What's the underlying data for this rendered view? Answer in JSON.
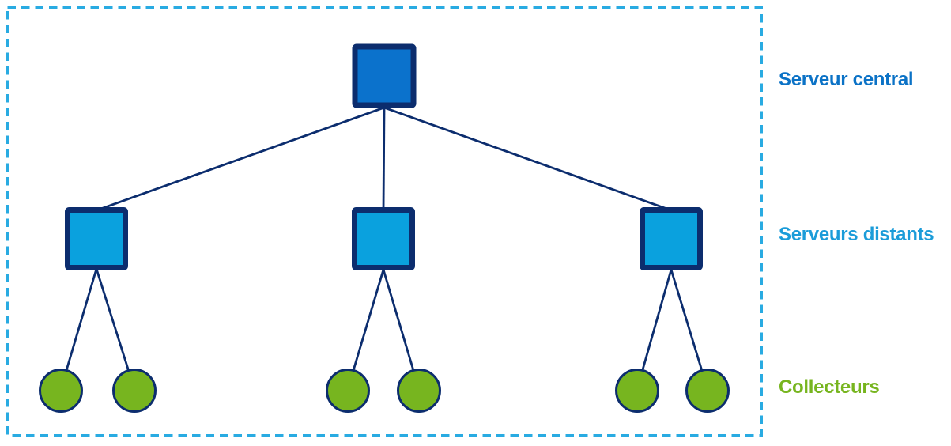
{
  "diagram": {
    "labels": {
      "central_server": "Serveur central",
      "distant_servers": "Serveurs distants",
      "collectors": "Collecteurs"
    },
    "colors": {
      "frame_dash": "#29ABE2",
      "connector": "#0C2D6E",
      "node_border": "#0C2D6E",
      "central_server_fill": "#0B72CC",
      "distant_server_fill": "#0AA1DE",
      "collector_fill": "#77B51F",
      "central_label_text": "#0B72C6",
      "distant_label_text": "#1B9CD9",
      "collector_label_text": "#77B51F"
    },
    "structure": {
      "central_servers": 1,
      "distant_servers": 3,
      "collectors_per_distant_server": 2,
      "collectors": 6
    }
  }
}
